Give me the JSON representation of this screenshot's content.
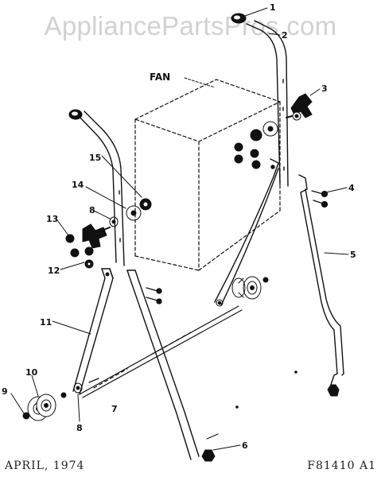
{
  "watermark": "AppliancePartsPros.com",
  "fan_label": "FAN",
  "callouts": [
    {
      "id": "1",
      "text": "1"
    },
    {
      "id": "2",
      "text": "2"
    },
    {
      "id": "3",
      "text": "3"
    },
    {
      "id": "4",
      "text": "4"
    },
    {
      "id": "5",
      "text": "5"
    },
    {
      "id": "6",
      "text": "6"
    },
    {
      "id": "7",
      "text": "7"
    },
    {
      "id": "8a",
      "text": "8"
    },
    {
      "id": "8b",
      "text": "8"
    },
    {
      "id": "9",
      "text": "9"
    },
    {
      "id": "10",
      "text": "10"
    },
    {
      "id": "11",
      "text": "11"
    },
    {
      "id": "12",
      "text": "12"
    },
    {
      "id": "13",
      "text": "13"
    },
    {
      "id": "14",
      "text": "14"
    },
    {
      "id": "15",
      "text": "15"
    }
  ],
  "footer": {
    "date": "APRIL, 1974",
    "code": "F81410 A1"
  }
}
